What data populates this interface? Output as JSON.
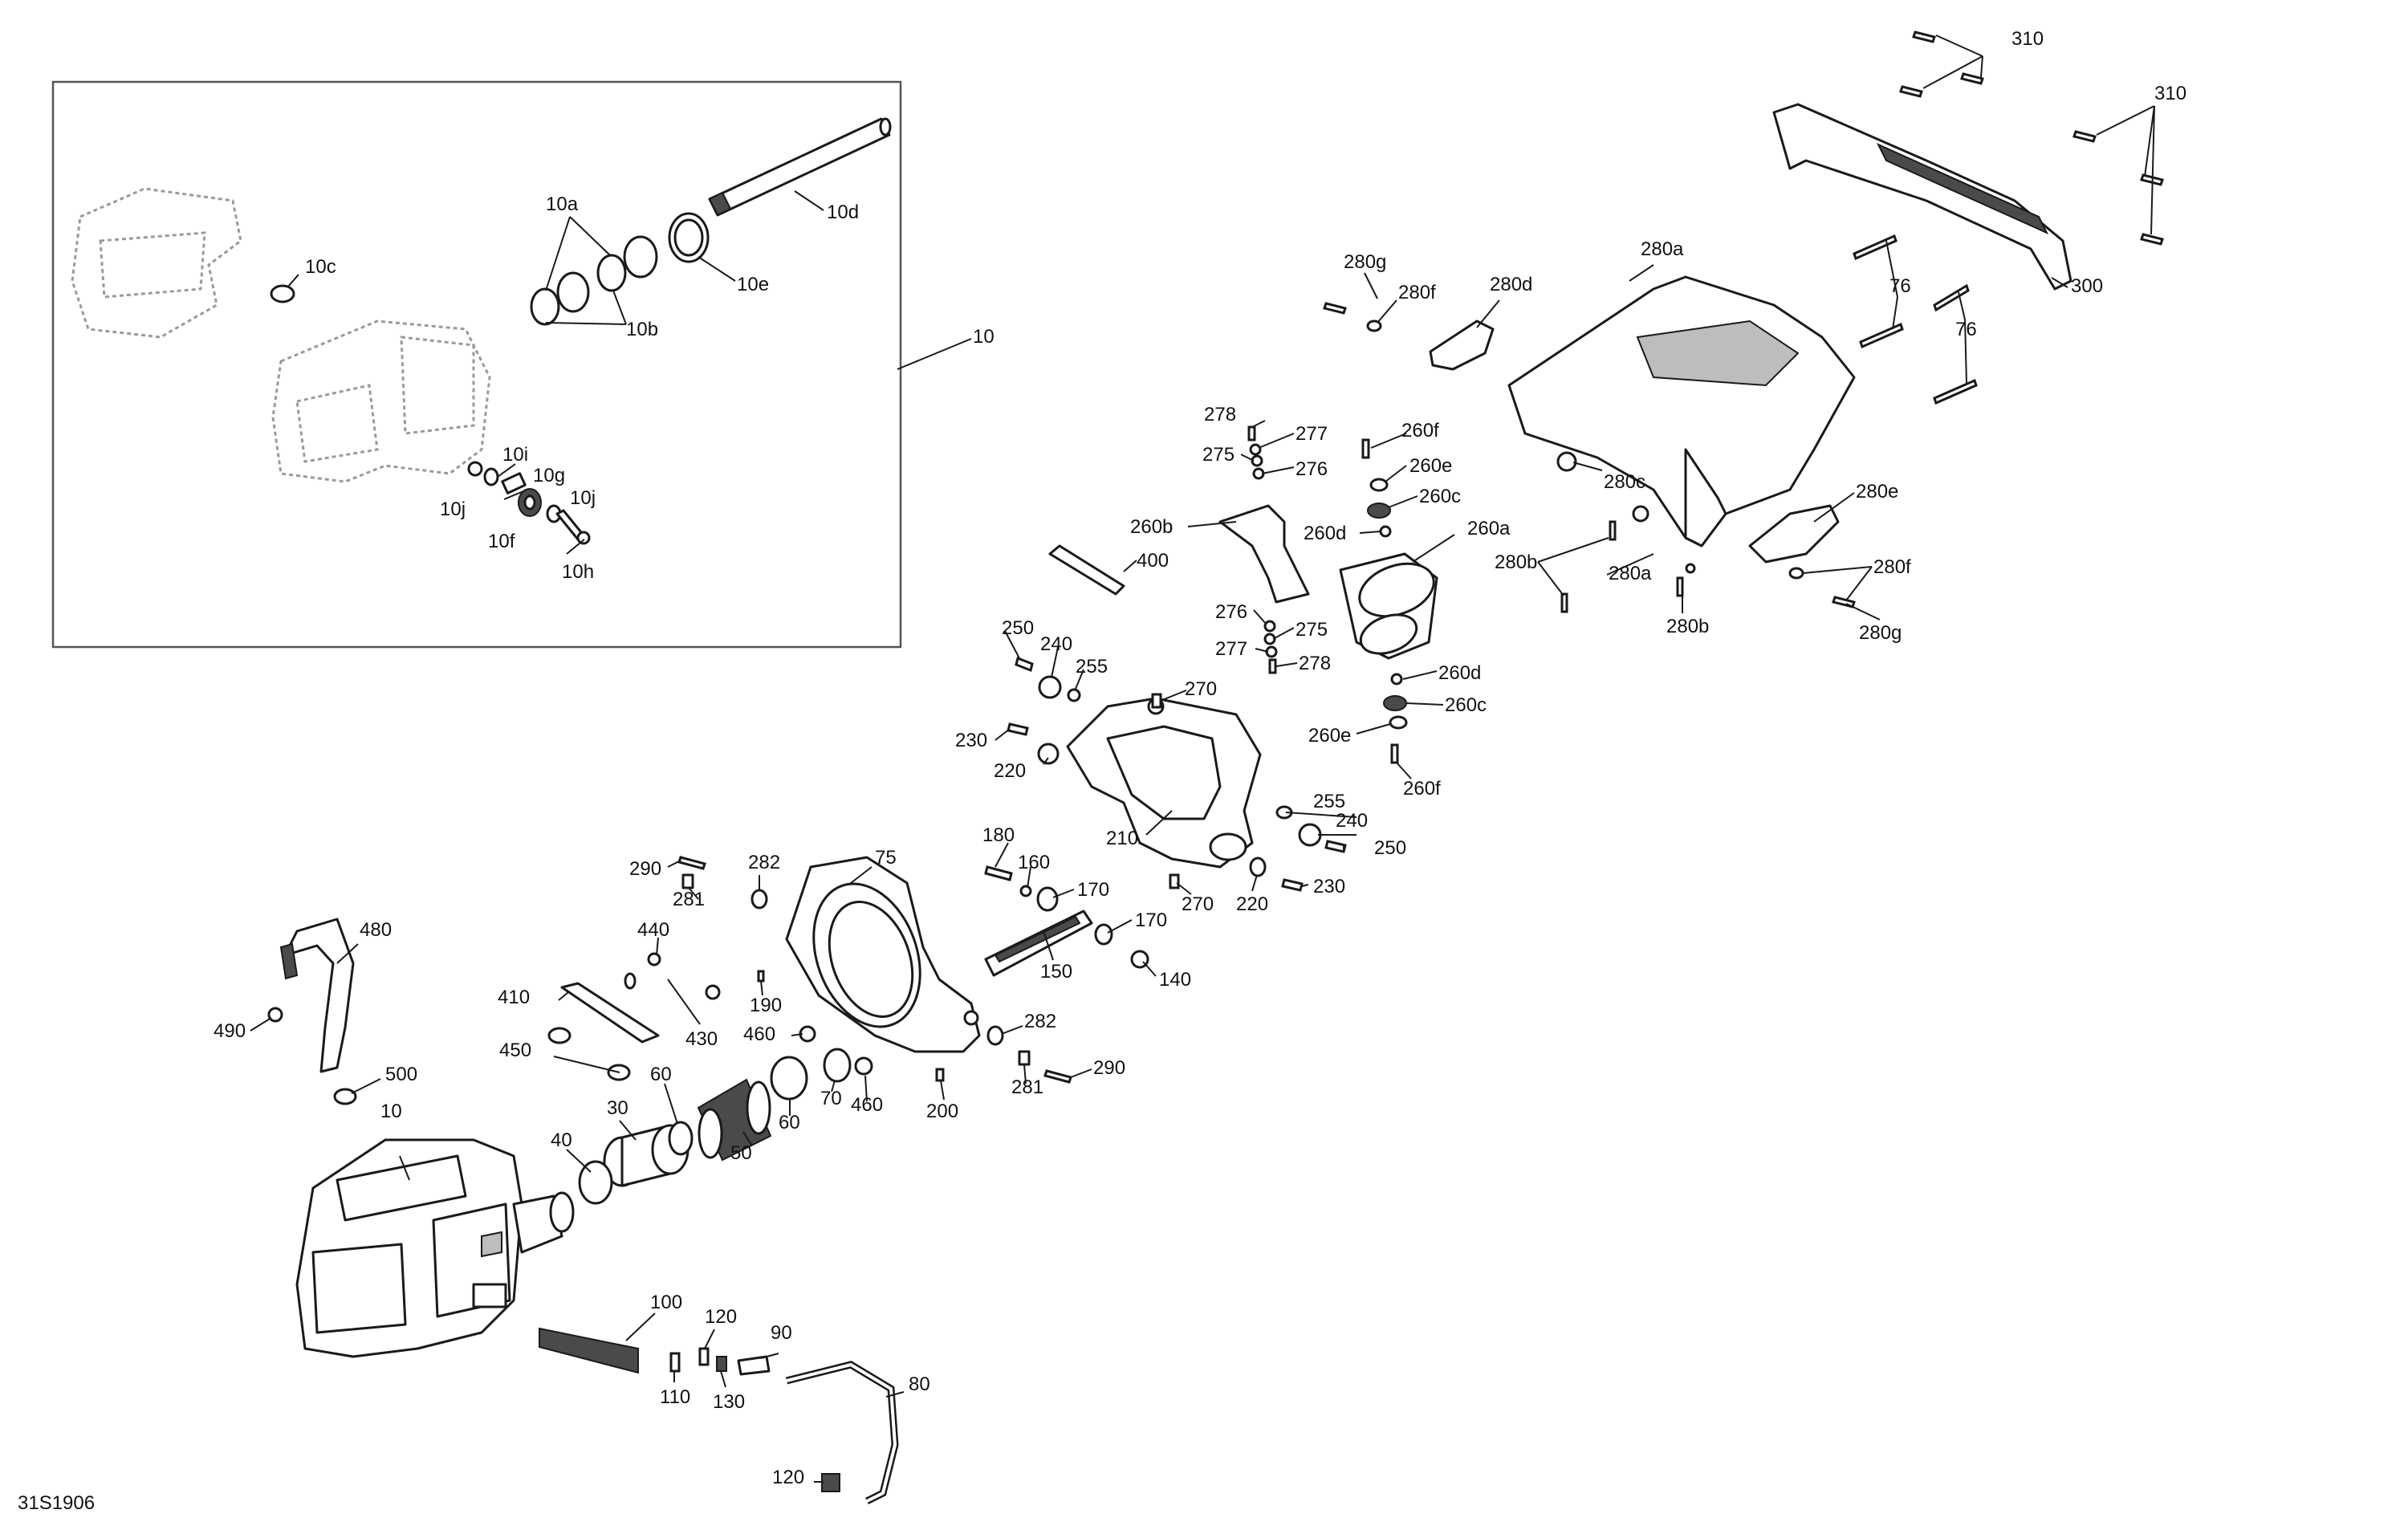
{
  "diagram": {
    "reference": "31S1906",
    "callouts": [
      {
        "id": "c10",
        "text": "10"
      },
      {
        "id": "c10a",
        "text": "10a"
      },
      {
        "id": "c10b",
        "text": "10b"
      },
      {
        "id": "c10c",
        "text": "10c"
      },
      {
        "id": "c10d",
        "text": "10d"
      },
      {
        "id": "c10e",
        "text": "10e"
      },
      {
        "id": "c10f",
        "text": "10f"
      },
      {
        "id": "c10g",
        "text": "10g"
      },
      {
        "id": "c10h",
        "text": "10h"
      },
      {
        "id": "c10i",
        "text": "10i"
      },
      {
        "id": "c10j1",
        "text": "10j"
      },
      {
        "id": "c10j2",
        "text": "10j"
      },
      {
        "id": "c10b2",
        "text": "10"
      },
      {
        "id": "c30",
        "text": "30"
      },
      {
        "id": "c40",
        "text": "40"
      },
      {
        "id": "c50",
        "text": "50"
      },
      {
        "id": "c60a",
        "text": "60"
      },
      {
        "id": "c60b",
        "text": "60"
      },
      {
        "id": "c70",
        "text": "70"
      },
      {
        "id": "c75",
        "text": "75"
      },
      {
        "id": "c76a",
        "text": "76"
      },
      {
        "id": "c76b",
        "text": "76"
      },
      {
        "id": "c80",
        "text": "80"
      },
      {
        "id": "c90",
        "text": "90"
      },
      {
        "id": "c100",
        "text": "100"
      },
      {
        "id": "c110",
        "text": "110"
      },
      {
        "id": "c120a",
        "text": "120"
      },
      {
        "id": "c120b",
        "text": "120"
      },
      {
        "id": "c130",
        "text": "130"
      },
      {
        "id": "c140",
        "text": "140"
      },
      {
        "id": "c150",
        "text": "150"
      },
      {
        "id": "c160",
        "text": "160"
      },
      {
        "id": "c170a",
        "text": "170"
      },
      {
        "id": "c170b",
        "text": "170"
      },
      {
        "id": "c180",
        "text": "180"
      },
      {
        "id": "c190",
        "text": "190"
      },
      {
        "id": "c200",
        "text": "200"
      },
      {
        "id": "c210",
        "text": "210"
      },
      {
        "id": "c220a",
        "text": "220"
      },
      {
        "id": "c220b",
        "text": "220"
      },
      {
        "id": "c230a",
        "text": "230"
      },
      {
        "id": "c230b",
        "text": "230"
      },
      {
        "id": "c240a",
        "text": "240"
      },
      {
        "id": "c240b",
        "text": "240"
      },
      {
        "id": "c250a",
        "text": "250"
      },
      {
        "id": "c250b",
        "text": "250"
      },
      {
        "id": "c255a",
        "text": "255"
      },
      {
        "id": "c255b",
        "text": "255"
      },
      {
        "id": "c260a",
        "text": "260a"
      },
      {
        "id": "c260b",
        "text": "260b"
      },
      {
        "id": "c260c1",
        "text": "260c"
      },
      {
        "id": "c260c2",
        "text": "260c"
      },
      {
        "id": "c260d1",
        "text": "260d"
      },
      {
        "id": "c260d2",
        "text": "260d"
      },
      {
        "id": "c260e1",
        "text": "260e"
      },
      {
        "id": "c260e2",
        "text": "260e"
      },
      {
        "id": "c260f1",
        "text": "260f"
      },
      {
        "id": "c260f2",
        "text": "260f"
      },
      {
        "id": "c270a",
        "text": "270"
      },
      {
        "id": "c270b",
        "text": "270"
      },
      {
        "id": "c275a",
        "text": "275"
      },
      {
        "id": "c275b",
        "text": "275"
      },
      {
        "id": "c276a",
        "text": "276"
      },
      {
        "id": "c276b",
        "text": "276"
      },
      {
        "id": "c277a",
        "text": "277"
      },
      {
        "id": "c277b",
        "text": "277"
      },
      {
        "id": "c278a",
        "text": "278"
      },
      {
        "id": "c278b",
        "text": "278"
      },
      {
        "id": "c280a1",
        "text": "280a"
      },
      {
        "id": "c280a2",
        "text": "280a"
      },
      {
        "id": "c280b1",
        "text": "280b"
      },
      {
        "id": "c280b2",
        "text": "280b"
      },
      {
        "id": "c280c",
        "text": "280c"
      },
      {
        "id": "c280d",
        "text": "280d"
      },
      {
        "id": "c280e",
        "text": "280e"
      },
      {
        "id": "c280f1",
        "text": "280f"
      },
      {
        "id": "c280f2",
        "text": "280f"
      },
      {
        "id": "c280g1",
        "text": "280g"
      },
      {
        "id": "c280g2",
        "text": "280g"
      },
      {
        "id": "c281a",
        "text": "281"
      },
      {
        "id": "c281b",
        "text": "281"
      },
      {
        "id": "c282a",
        "text": "282"
      },
      {
        "id": "c282b",
        "text": "282"
      },
      {
        "id": "c290a",
        "text": "290"
      },
      {
        "id": "c290b",
        "text": "290"
      },
      {
        "id": "c300",
        "text": "300"
      },
      {
        "id": "c310a",
        "text": "310"
      },
      {
        "id": "c310b",
        "text": "310"
      },
      {
        "id": "c400",
        "text": "400"
      },
      {
        "id": "c410",
        "text": "410"
      },
      {
        "id": "c430",
        "text": "430"
      },
      {
        "id": "c440",
        "text": "440"
      },
      {
        "id": "c450",
        "text": "450"
      },
      {
        "id": "c460a",
        "text": "460"
      },
      {
        "id": "c460b",
        "text": "460"
      },
      {
        "id": "c480",
        "text": "480"
      },
      {
        "id": "c490",
        "text": "490"
      },
      {
        "id": "c500",
        "text": "500"
      }
    ]
  }
}
